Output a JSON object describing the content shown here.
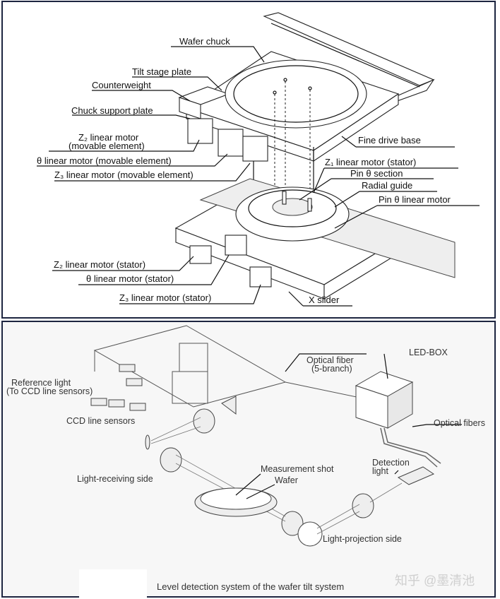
{
  "top_diagram": {
    "labels": {
      "wafer_chuck": "Wafer chuck",
      "tilt_stage_plate": "Tilt stage plate",
      "counterweight": "Counterweight",
      "chuck_support_plate": "Chuck support plate",
      "z2_movable_line1": "Z₂ linear motor",
      "z2_movable_line2": "(movable element)",
      "theta_movable": "θ linear motor (movable element)",
      "z3_movable": "Z₃ linear motor (movable element)",
      "fine_drive_base": "Fine drive base",
      "z1_stator": "Z₁ linear motor (stator)",
      "pin_theta_section": "Pin θ section",
      "radial_guide": "Radial guide",
      "pin_theta_linear_motor": "Pin θ linear motor",
      "z2_stator": "Z₂ linear motor (stator)",
      "theta_stator": "θ linear motor (stator)",
      "z3_stator": "Z₃ linear motor (stator)",
      "x_slider": "X slider"
    }
  },
  "bottom_diagram": {
    "labels": {
      "optical_fiber_line1": "Optical fiber",
      "optical_fiber_line2": "(5-branch)",
      "led_box": "LED-BOX",
      "reference_light_line1": "Reference light",
      "reference_light_line2": "(To CCD line sensors)",
      "ccd_line_sensors": "CCD line sensors",
      "optical_fibers": "Optical fibers",
      "detection_light_line1": "Detection",
      "detection_light_line2": "light",
      "measurement_shot": "Measurement shot",
      "wafer": "Wafer",
      "light_receiving_side": "Light-receiving side",
      "light_projection_side": "Light-projection side"
    },
    "caption": "Level detection system of the wafer tilt system",
    "watermark": "知乎 @墨清池"
  },
  "colors": {
    "frame": "#1d2540",
    "bottom_bg": "#f7f7f7"
  }
}
